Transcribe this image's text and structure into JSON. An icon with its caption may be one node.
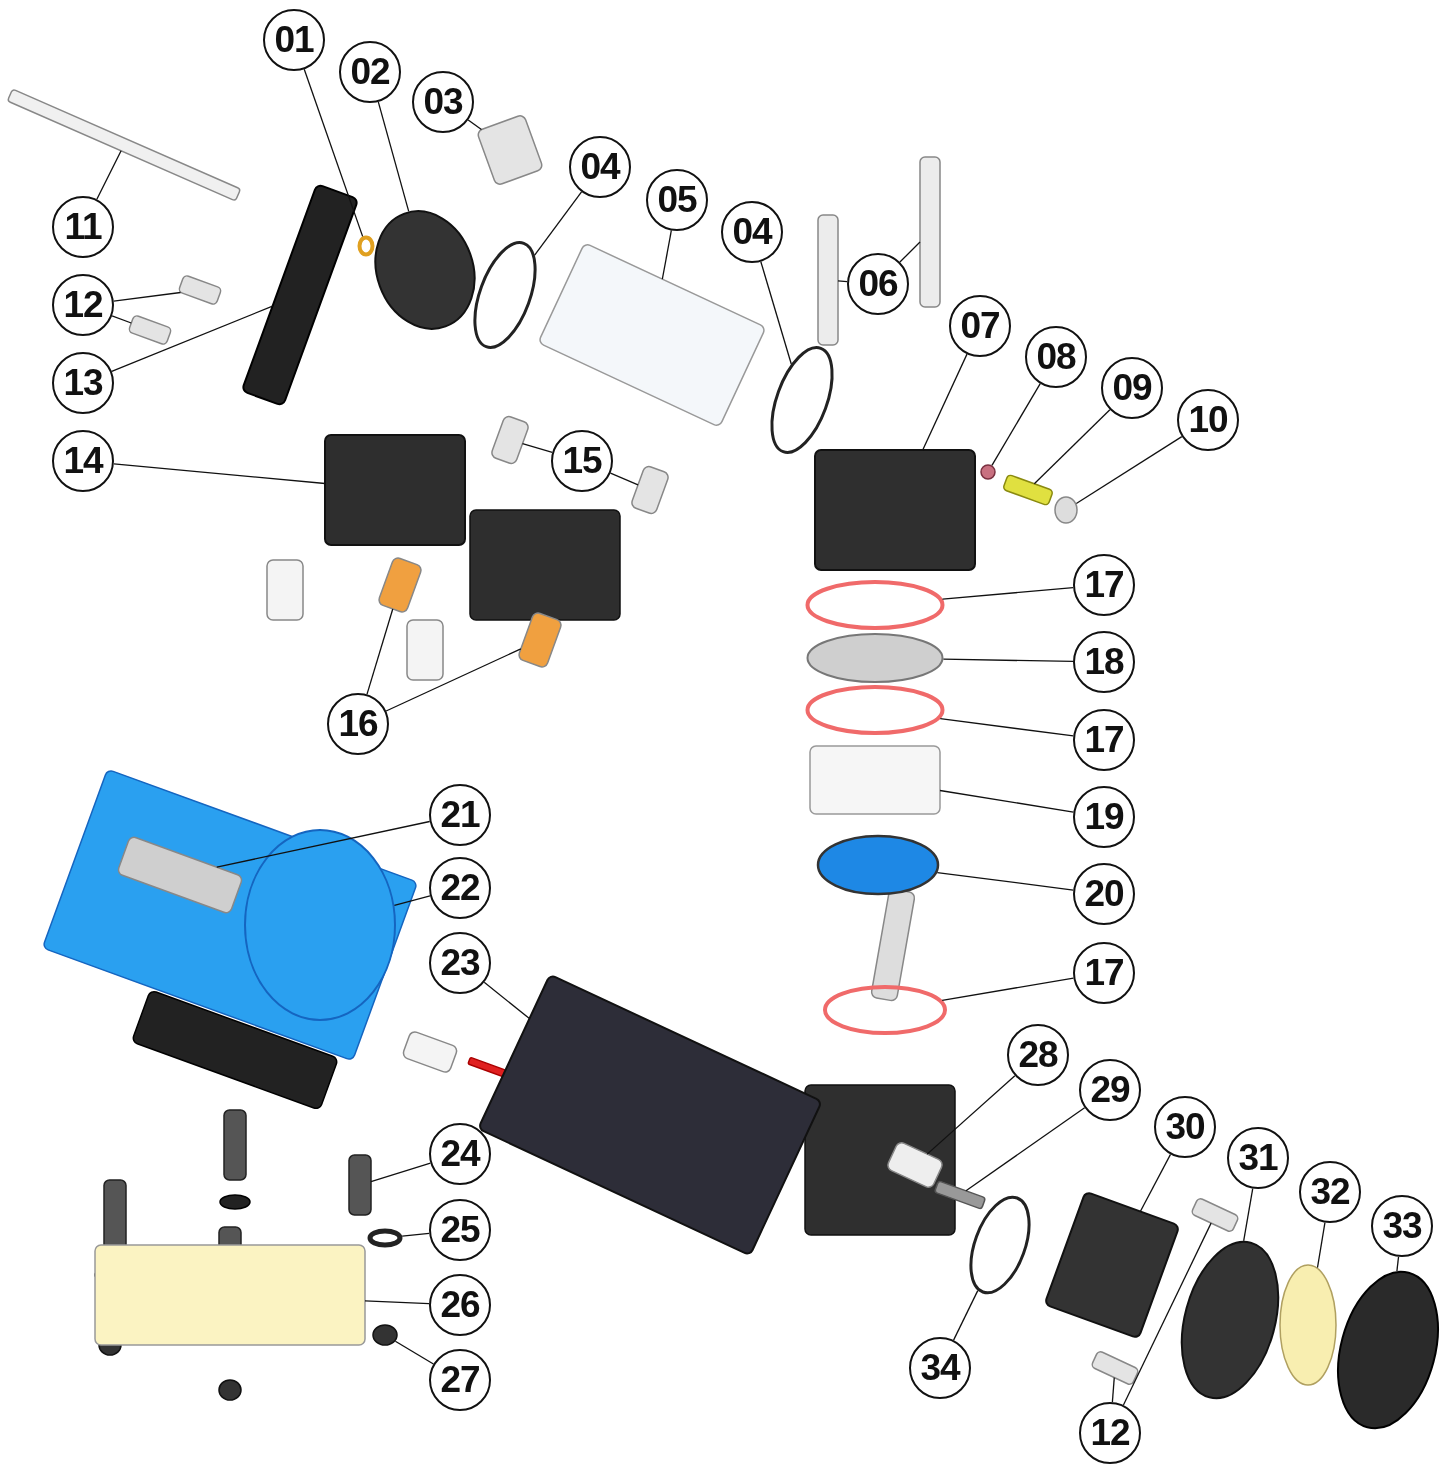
{
  "diagram": {
    "nodes": [
      {
        "text": [
          "01"
        ]
      },
      {
        "text": [
          "02"
        ]
      },
      {
        "text": [
          "03"
        ]
      },
      {
        "text": [
          "04"
        ]
      },
      {
        "text": [
          "05"
        ]
      },
      {
        "text": [
          "04"
        ]
      },
      {
        "text": [
          "06"
        ]
      },
      {
        "text": [
          "07"
        ]
      },
      {
        "text": [
          "08"
        ]
      },
      {
        "text": [
          "09"
        ]
      },
      {
        "text": [
          "10"
        ]
      },
      {
        "text": [
          "11"
        ]
      },
      {
        "text": [
          "12"
        ]
      },
      {
        "text": [
          "13"
        ]
      },
      {
        "text": [
          "14"
        ]
      },
      {
        "text": [
          "15"
        ]
      },
      {
        "text": [
          "16"
        ]
      },
      {
        "text": [
          "17"
        ]
      },
      {
        "text": [
          "18"
        ]
      },
      {
        "text": [
          "17"
        ]
      },
      {
        "text": [
          "19"
        ]
      },
      {
        "text": [
          "20"
        ]
      },
      {
        "text": [
          "17"
        ]
      },
      {
        "text": [
          "21"
        ]
      },
      {
        "text": [
          "22"
        ]
      },
      {
        "text": [
          "23"
        ]
      },
      {
        "text": [
          "24"
        ]
      },
      {
        "text": [
          "25"
        ]
      },
      {
        "text": [
          "26"
        ]
      },
      {
        "text": [
          "27"
        ]
      },
      {
        "text": [
          "28"
        ]
      },
      {
        "text": [
          "29"
        ]
      },
      {
        "text": [
          "30"
        ]
      },
      {
        "text": [
          "31"
        ]
      },
      {
        "text": [
          "32"
        ]
      },
      {
        "text": [
          "33"
        ]
      },
      {
        "text": [
          "34"
        ]
      },
      {
        "text": [
          "12"
        ]
      },
      {
        "text": [],
        "shape": "circle"
      },
      {
        "text": [],
        "shape": "circle"
      },
      {
        "text": [],
        "shape": "box"
      },
      {
        "text": [],
        "shape": "circle"
      },
      {
        "text": [],
        "shape": "box"
      },
      {
        "text": [],
        "shape": "circle"
      },
      {
        "text": [],
        "shape": "box"
      },
      {
        "text": [],
        "shape": "box"
      },
      {
        "text": [],
        "shape": "box"
      },
      {
        "text": [],
        "shape": "circle"
      },
      {
        "text": [],
        "shape": "box"
      },
      {
        "text": [],
        "shape": "circle"
      },
      {
        "text": [],
        "shape": "box"
      },
      {
        "text": [],
        "shape": "box"
      },
      {
        "text": [],
        "shape": "box"
      },
      {
        "text": [],
        "shape": "box"
      },
      {
        "text": [],
        "shape": "box"
      },
      {
        "text": [],
        "shape": "box"
      },
      {
        "text": [],
        "shape": "box"
      },
      {
        "text": [],
        "shape": "box"
      },
      {
        "text": [],
        "shape": "box"
      },
      {
        "text": [],
        "shape": "circle"
      },
      {
        "text": [],
        "shape": "circle"
      },
      {
        "text": [],
        "shape": "circle"
      },
      {
        "text": [],
        "shape": "box"
      },
      {
        "text": [],
        "shape": "circle"
      },
      {
        "text": [],
        "shape": "circle"
      },
      {
        "text": [],
        "shape": "box"
      },
      {
        "text": [],
        "shape": "circle"
      },
      {
        "text": [],
        "shape": "box"
      },
      {
        "text": [],
        "shape": "box"
      },
      {
        "text": [],
        "shape": "circle"
      },
      {
        "text": [],
        "shape": "box"
      },
      {
        "text": [],
        "shape": "circle"
      },
      {
        "text": [],
        "shape": "box"
      },
      {
        "text": [],
        "shape": "box"
      },
      {
        "text": [],
        "shape": "box"
      },
      {
        "text": [],
        "shape": "circle"
      },
      {
        "text": [],
        "shape": "circle"
      },
      {
        "text": [],
        "shape": "circle"
      },
      {
        "text": [],
        "shape": "circle"
      },
      {
        "text": [],
        "shape": "box"
      },
      {
        "text": [],
        "shape": "box"
      }
    ],
    "edges": [
      {
        "from": 0,
        "to": 38,
        "arrow": "none"
      },
      {
        "from": 1,
        "to": 39,
        "arrow": "none"
      },
      {
        "from": 2,
        "to": 40,
        "arrow": "none"
      },
      {
        "from": 3,
        "to": 41,
        "arrow": "none"
      },
      {
        "from": 4,
        "to": 42,
        "arrow": "none"
      },
      {
        "from": 5,
        "to": 43,
        "arrow": "none"
      },
      {
        "from": 6,
        "to": 44,
        "arrow": "none"
      },
      {
        "from": 6,
        "to": 45,
        "arrow": "none"
      },
      {
        "from": 7,
        "to": 46,
        "arrow": "none"
      },
      {
        "from": 8,
        "to": 47,
        "arrow": "none"
      },
      {
        "from": 9,
        "to": 48,
        "arrow": "none"
      },
      {
        "from": 10,
        "to": 49,
        "arrow": "none"
      },
      {
        "from": 11,
        "to": 50,
        "arrow": "none"
      },
      {
        "from": 12,
        "to": 51,
        "arrow": "none"
      },
      {
        "from": 12,
        "to": 52,
        "arrow": "none"
      },
      {
        "from": 13,
        "to": 53,
        "arrow": "none"
      },
      {
        "from": 14,
        "to": 54,
        "arrow": "none"
      },
      {
        "from": 15,
        "to": 55,
        "arrow": "none"
      },
      {
        "from": 15,
        "to": 56,
        "arrow": "none"
      },
      {
        "from": 16,
        "to": 57,
        "arrow": "none"
      },
      {
        "from": 16,
        "to": 58,
        "arrow": "none"
      },
      {
        "from": 17,
        "to": 59,
        "arrow": "none"
      },
      {
        "from": 18,
        "to": 60,
        "arrow": "none"
      },
      {
        "from": 19,
        "to": 61,
        "arrow": "none"
      },
      {
        "from": 20,
        "to": 62,
        "arrow": "none"
      },
      {
        "from": 21,
        "to": 63,
        "arrow": "none"
      },
      {
        "from": 22,
        "to": 64,
        "arrow": "none"
      },
      {
        "from": 23,
        "to": 65,
        "arrow": "none"
      },
      {
        "from": 24,
        "to": 66,
        "arrow": "none"
      },
      {
        "from": 25,
        "to": 67,
        "arrow": "none"
      },
      {
        "from": 26,
        "to": 68,
        "arrow": "none"
      },
      {
        "from": 27,
        "to": 69,
        "arrow": "none"
      },
      {
        "from": 28,
        "to": 70,
        "arrow": "none"
      },
      {
        "from": 29,
        "to": 71,
        "arrow": "none"
      },
      {
        "from": 30,
        "to": 72,
        "arrow": "none"
      },
      {
        "from": 31,
        "to": 73,
        "arrow": "none"
      },
      {
        "from": 32,
        "to": 74,
        "arrow": "none"
      },
      {
        "from": 33,
        "to": 75,
        "arrow": "none"
      },
      {
        "from": 34,
        "to": 76,
        "arrow": "none"
      },
      {
        "from": 35,
        "to": 77,
        "arrow": "none"
      },
      {
        "from": 36,
        "to": 78,
        "arrow": "none"
      },
      {
        "from": 37,
        "to": 79,
        "arrow": "none"
      },
      {
        "from": 37,
        "to": 80,
        "arrow": "none"
      }
    ]
  }
}
